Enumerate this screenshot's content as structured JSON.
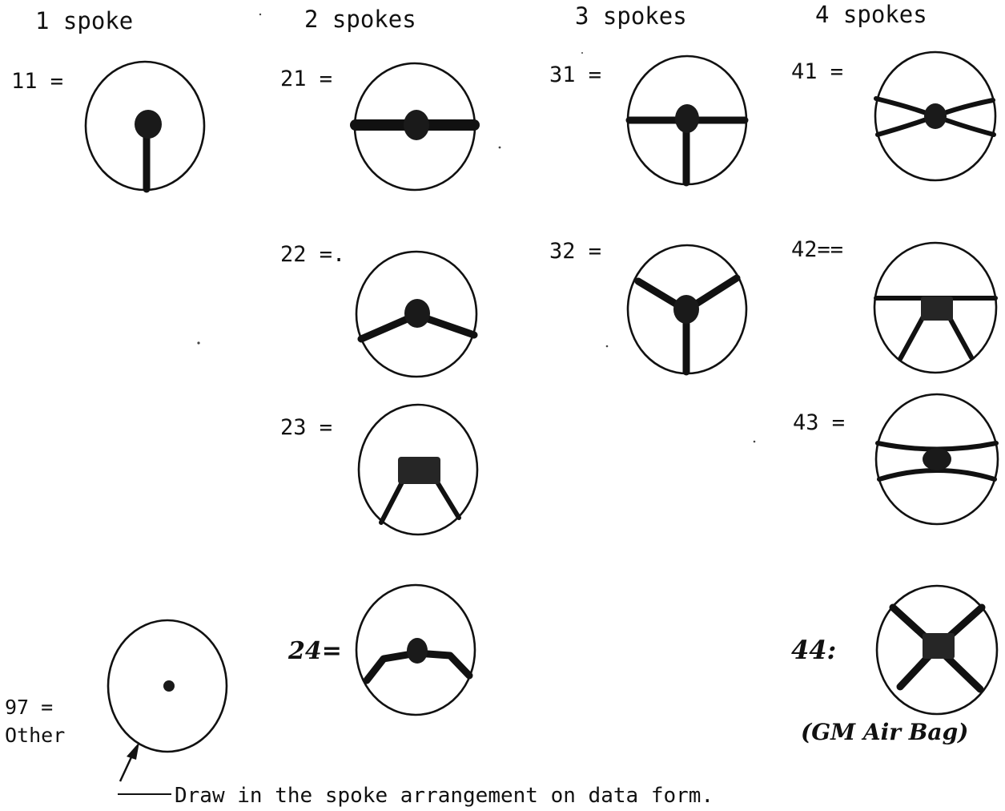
{
  "headers": {
    "one": "1 spoke",
    "two": "2 spokes",
    "three": "3 spokes",
    "four": "4 spokes"
  },
  "codes": {
    "c11": "11 =",
    "c21": "21 =",
    "c22": "22 =.",
    "c23": "23 =",
    "c24": "24=",
    "c31": "31 =",
    "c32": "32 =",
    "c41": "41 =",
    "c42": "42==",
    "c43": "43 =",
    "c44": "44:",
    "c97": "97 =",
    "other": "Other"
  },
  "annotations": {
    "gm_airbag": "(GM Air Bag)",
    "instruction": "Draw in the spoke arrangement on data form."
  }
}
